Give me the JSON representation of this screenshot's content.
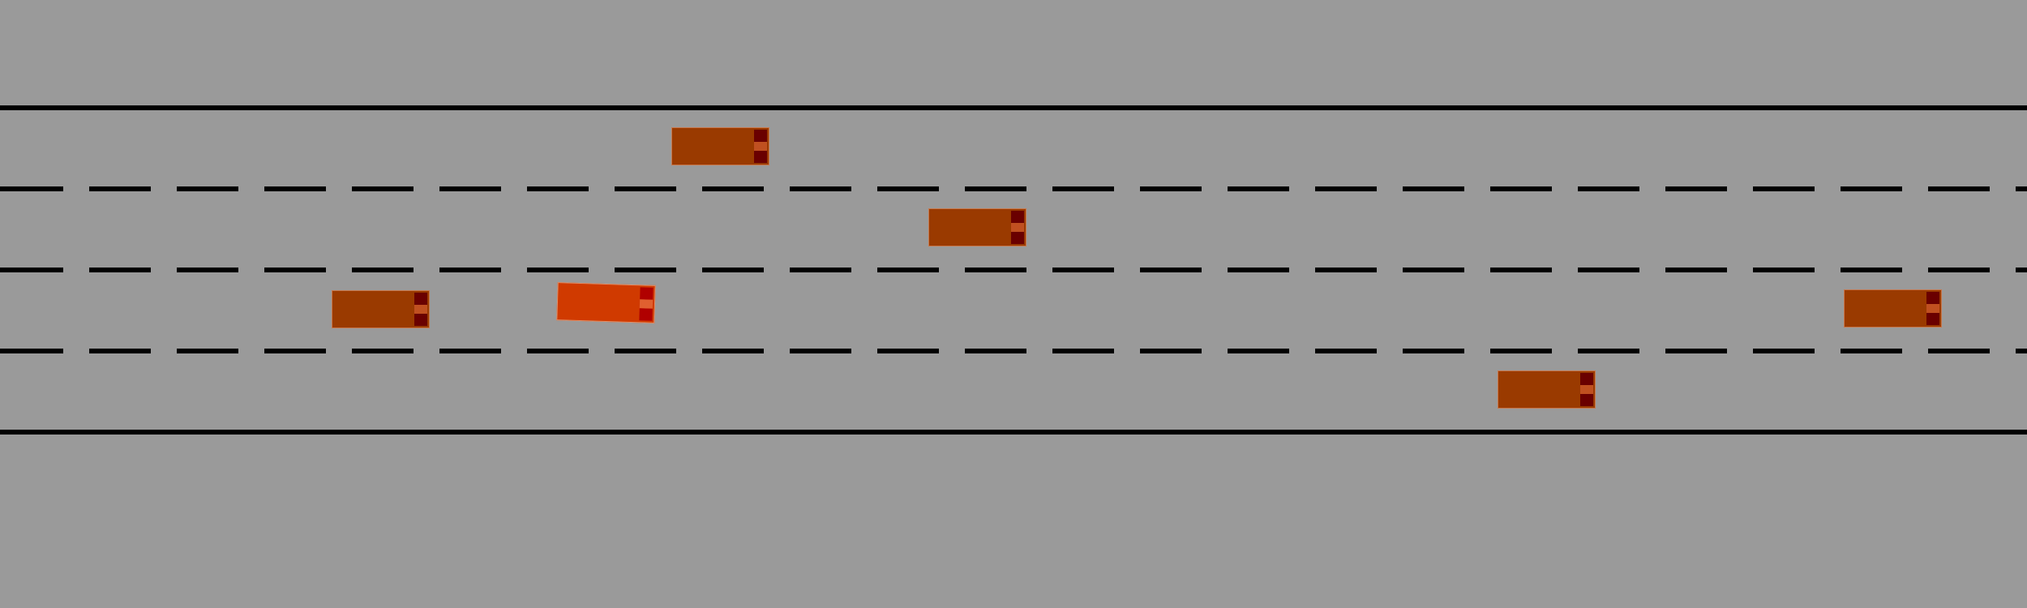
{
  "scene": {
    "colors": {
      "background": "#9a9a9a",
      "lane_marking": "#000000",
      "vehicle": "#9a3a00",
      "ego_vehicle": "#d03a00",
      "tail_light": "#6a0000"
    },
    "lanes": 4,
    "vehicles": [
      {
        "id": "ego",
        "lane": 3,
        "controlled": true
      },
      {
        "id": "car-1",
        "lane": 1
      },
      {
        "id": "car-2",
        "lane": 2
      },
      {
        "id": "car-3",
        "lane": 3
      },
      {
        "id": "car-4",
        "lane": 3
      },
      {
        "id": "car-5",
        "lane": 4
      }
    ]
  }
}
